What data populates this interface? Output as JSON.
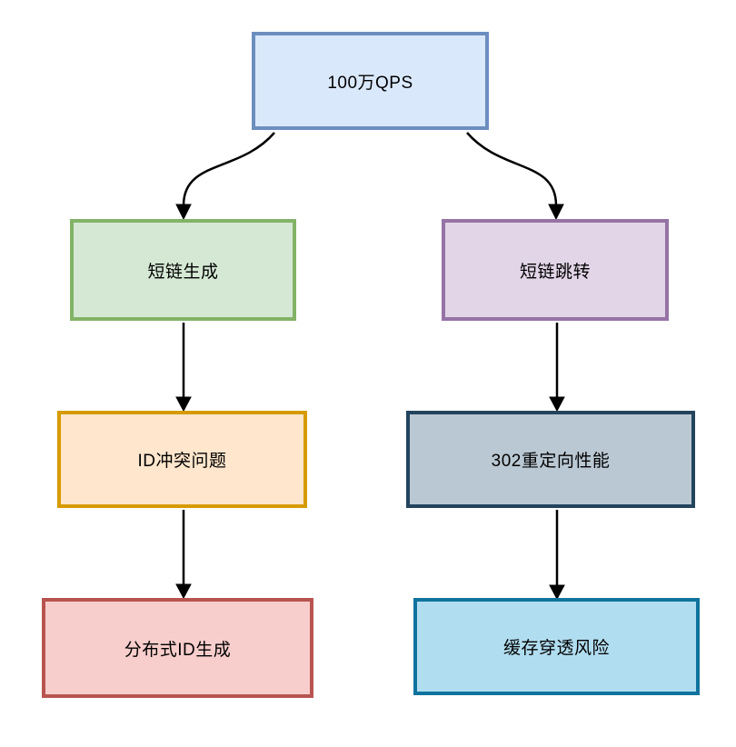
{
  "diagram": {
    "type": "flowchart",
    "background_color": "#ffffff",
    "arrow_color": "#000000",
    "text_color": "#000000"
  },
  "nodes": [
    {
      "id": "qps",
      "label": "100万QPS",
      "fill": "#dae8fc",
      "stroke": "#6c8ebf"
    },
    {
      "id": "shortlink-generate",
      "label": "短链生成",
      "fill": "#d5e8d4",
      "stroke": "#82b366"
    },
    {
      "id": "shortlink-redirect",
      "label": "短链跳转",
      "fill": "#e1d5e7",
      "stroke": "#9673a6"
    },
    {
      "id": "id-conflict",
      "label": "ID冲突问题",
      "fill": "#ffe6cc",
      "stroke": "#d79b00"
    },
    {
      "id": "redirect-302-performance",
      "label": "302重定向性能",
      "fill": "#bac8d3",
      "stroke": "#23445d"
    },
    {
      "id": "distributed-id-generate",
      "label": "分布式ID生成",
      "fill": "#f8cecc",
      "stroke": "#b85450"
    },
    {
      "id": "cache-penetration-risk",
      "label": "缓存穿透风险",
      "fill": "#b1ddf0",
      "stroke": "#10739e"
    }
  ],
  "edges": [
    {
      "from": "qps",
      "to": "shortlink-generate",
      "style": "curved"
    },
    {
      "from": "qps",
      "to": "shortlink-redirect",
      "style": "curved"
    },
    {
      "from": "shortlink-generate",
      "to": "id-conflict",
      "style": "straight"
    },
    {
      "from": "shortlink-redirect",
      "to": "redirect-302-performance",
      "style": "straight"
    },
    {
      "from": "id-conflict",
      "to": "distributed-id-generate",
      "style": "straight"
    },
    {
      "from": "redirect-302-performance",
      "to": "cache-penetration-risk",
      "style": "straight"
    }
  ]
}
